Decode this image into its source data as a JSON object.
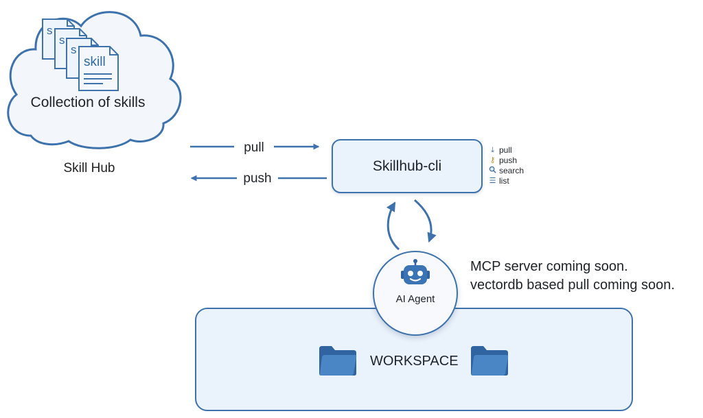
{
  "skill_hub": {
    "cloud_text": "Collection of skills",
    "doc_letter": "s",
    "doc_label": "skill",
    "caption": "Skill Hub"
  },
  "arrows": {
    "pull_label": "pull",
    "push_label": "push"
  },
  "cli": {
    "title": "Skillhub-cli",
    "commands": [
      {
        "icon": "download-icon",
        "label": "pull"
      },
      {
        "icon": "key-icon",
        "label": "push"
      },
      {
        "icon": "magnifier-icon",
        "label": "search"
      },
      {
        "icon": "list-icon",
        "label": "list"
      }
    ]
  },
  "agent": {
    "label": "AI Agent",
    "icon": "robot-icon"
  },
  "notes": [
    "MCP server coming soon.",
    "vectordb based pull coming soon."
  ],
  "workspace": {
    "label": "WORKSPACE",
    "icon": "folder-icon"
  },
  "colors": {
    "primary_blue": "#3d72ad",
    "box_fill": "#eaf2fb",
    "folder_blue": "#3b74b4"
  }
}
